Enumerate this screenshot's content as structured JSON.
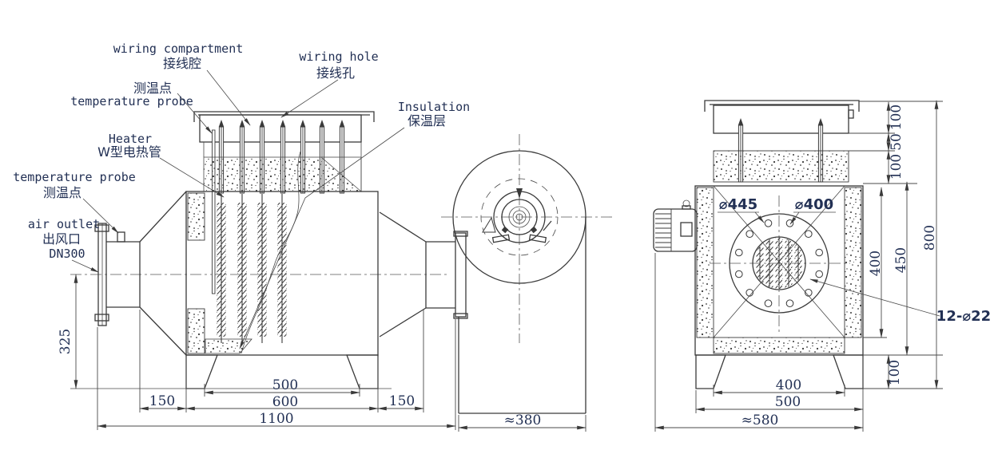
{
  "title": "air duct heater with centrifugal fan — dimensioned engineering drawing",
  "labels": {
    "wiring_compartment_en": "wiring compartment",
    "wiring_compartment_zh": "接线腔",
    "wiring_hole_en": "wiring hole",
    "wiring_hole_zh": "接线孔",
    "temp_probe_top_zh": "测温点",
    "temp_probe_top_en": "temperature probe",
    "heater_en": "Heater",
    "heater_zh": "W型电热管",
    "insulation_en": "Insulation",
    "insulation_zh": "保温层",
    "temp_probe_left_en": "temperature probe",
    "temp_probe_left_zh": "测温点",
    "air_outlet_en": "air outlet",
    "air_outlet_zh": "出风口",
    "air_outlet_dn": "DN300"
  },
  "dims_left": {
    "outlet_height": "325",
    "offset_left": "150",
    "base_inner": "500",
    "base_outer": "600",
    "offset_right": "150",
    "total_length": "1100",
    "fan_width": "≈380"
  },
  "dims_right": {
    "top_compartment": "100",
    "gap": "50",
    "insulation": "100",
    "inner_height": "400",
    "mid_height": "450",
    "total_height": "800",
    "leg_height": "100",
    "base_inner": "400",
    "base_outer": "500",
    "total_width": "≈580",
    "flange_dia": "⌀445",
    "opening_dia": "⌀400",
    "bolt_holes": "12-⌀22"
  },
  "colors": {
    "ink": "#3a3a3a",
    "text_ink": "#223054",
    "paper": "#ffffff"
  }
}
